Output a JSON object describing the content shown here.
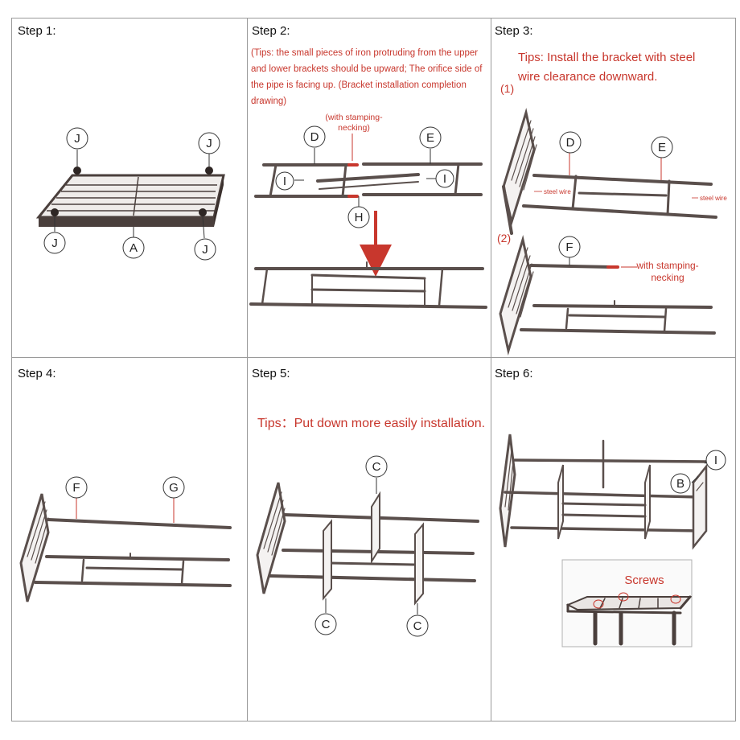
{
  "steps": [
    {
      "title": "Step 1:"
    },
    {
      "title": "Step 2:",
      "tip": "(Tips: the small pieces of iron protruding from the upper and lower brackets should be upward; The orifice side of the pipe is facing up. (Bracket installation completion drawing)"
    },
    {
      "title": "Step 3:",
      "tip": "Tips: Install the bracket with steel wire clearance downward.",
      "sub1": "(1)",
      "sub2": "(2)"
    },
    {
      "title": "Step 4:"
    },
    {
      "title": "Step 5:",
      "tip": "Tips：Put down more easily installation."
    },
    {
      "title": "Step 6:",
      "inset_label": "Screws"
    }
  ],
  "labels": {
    "A": "A",
    "B": "B",
    "C": "C",
    "D": "D",
    "E": "E",
    "F": "F",
    "G": "G",
    "H": "H",
    "I": "I",
    "J": "J"
  },
  "annotations": {
    "stamping": "(with stamping-necking)",
    "stamping_line1": "(with stamping-",
    "stamping_line2": "necking)",
    "stamping3_line1": "with stamping-",
    "stamping3_line2": "necking",
    "steel_wire": "steel wire"
  },
  "colors": {
    "frame": "#4a3f3c",
    "accent_red": "#c8372d",
    "grid_line": "#9a9a9a"
  }
}
